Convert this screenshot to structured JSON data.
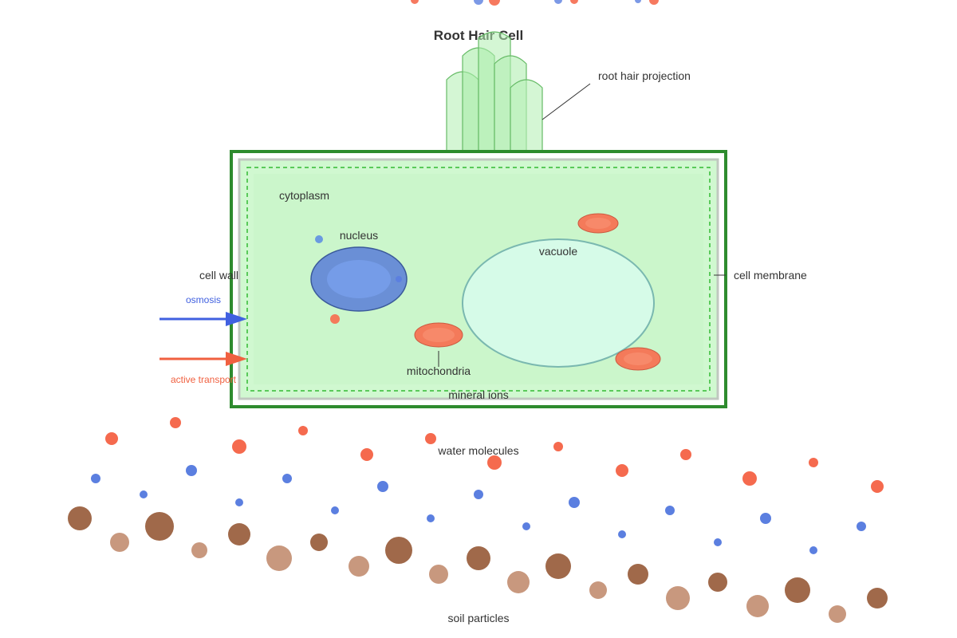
{
  "title": "Root Hair Cell",
  "labels": {
    "root_hair_projection": "root hair projection",
    "cytoplasm": "cytoplasm",
    "nucleus": "nucleus",
    "vacuole": "vacuole",
    "cell_wall": "cell wall",
    "cell_membrane": "cell membrane",
    "mitochondria": "mitochondria",
    "mineral_ions": "mineral ions",
    "water_molecules": "water molecules",
    "soil_particles": "soil particles"
  },
  "arrows": {
    "osmosis": "osmosis",
    "active_transport": "active transport"
  },
  "colors": {
    "cell_wall": "#2e8b2e",
    "cytoplasm": "#d0f8d0",
    "membrane": "#33bb33",
    "nucleus": "#6a8fd6",
    "vacuole": "#d6fbe8",
    "mitochondria": "#f47a5a",
    "water": "#5b7fe0",
    "ion": "#f56a4e",
    "soil_dark": "#a0694a",
    "soil_light": "#c8987e",
    "osmosis_arrow": "#4060e0",
    "active_arrow": "#f06040"
  }
}
